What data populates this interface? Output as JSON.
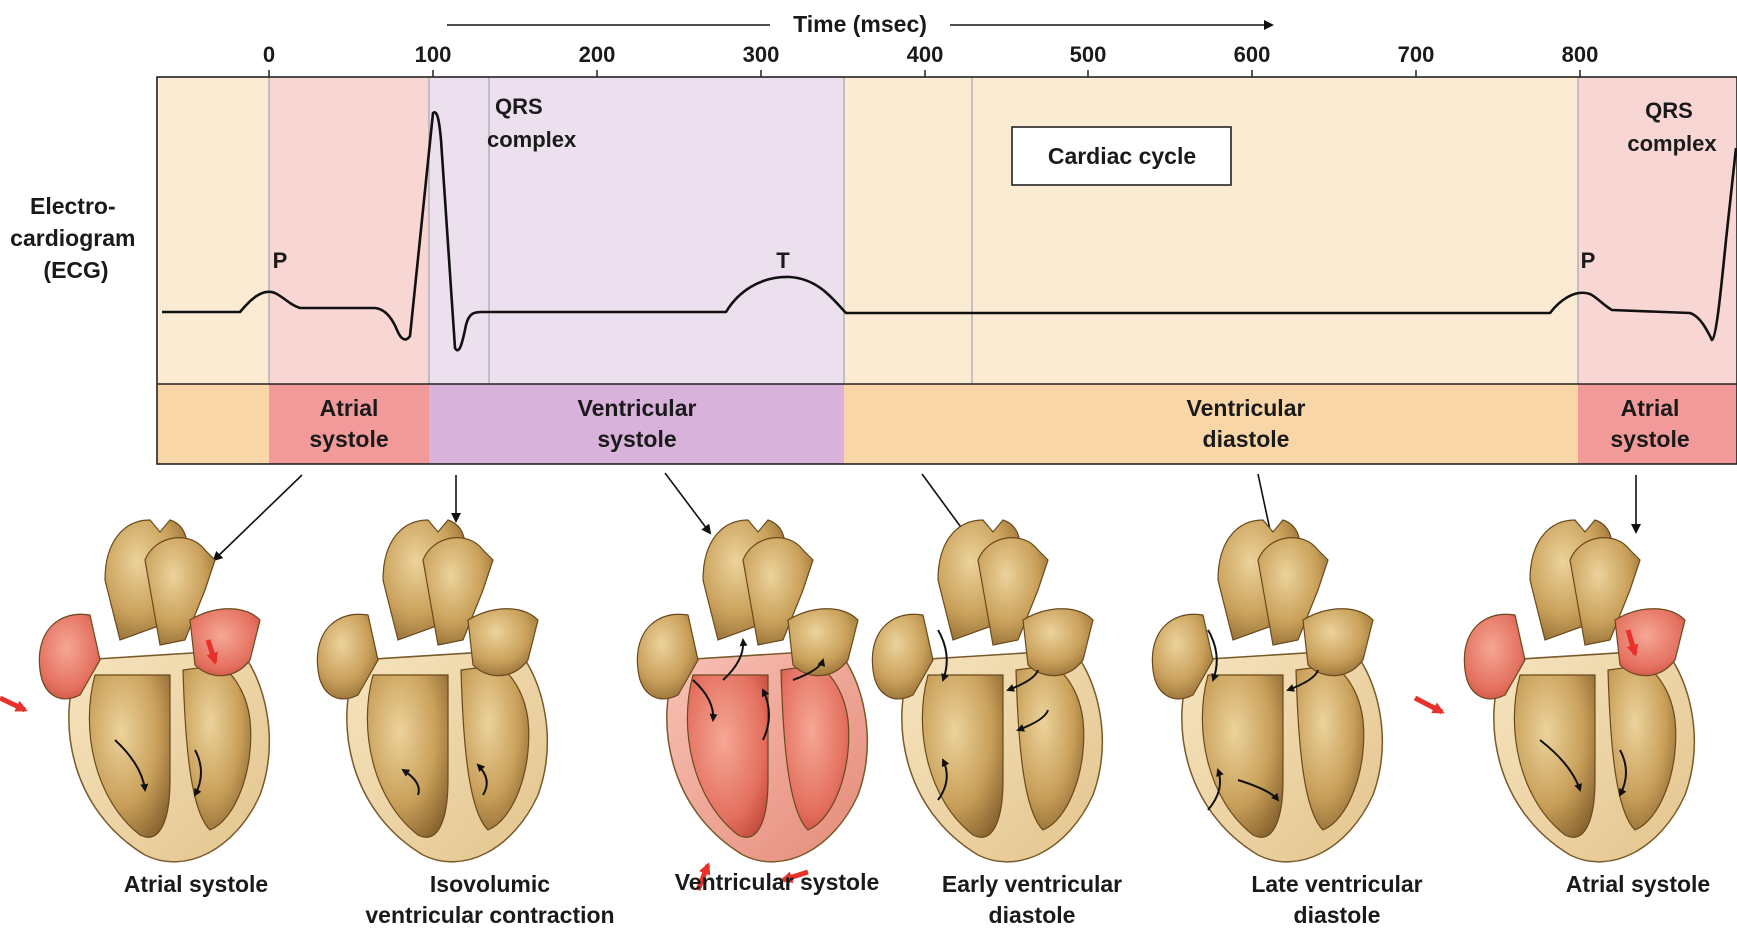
{
  "time_axis": {
    "label": "Time (msec)",
    "ticks": [
      "0",
      "100",
      "200",
      "300",
      "400",
      "500",
      "600",
      "700",
      "800"
    ]
  },
  "ecg": {
    "label_lines": [
      "Electro-",
      "cardiogram",
      "(ECG)"
    ],
    "wave_labels": {
      "p_first": "P",
      "t": "T",
      "p_second": "P",
      "qrs_first_lines": [
        "QRS",
        "complex"
      ],
      "qrs_second_lines": [
        "QRS",
        "complex"
      ]
    },
    "cycle_box": "Cardiac cycle"
  },
  "phases": [
    {
      "id": "atrial-systole-1",
      "lines": [
        "Atrial",
        "systole"
      ]
    },
    {
      "id": "ventricular-systole",
      "lines": [
        "Ventricular",
        "systole"
      ]
    },
    {
      "id": "ventricular-diastole",
      "lines": [
        "Ventricular",
        "diastole"
      ]
    },
    {
      "id": "atrial-systole-2",
      "lines": [
        "Atrial",
        "systole"
      ]
    }
  ],
  "hearts": [
    {
      "id": "atrial-systole",
      "caption_lines": [
        "Atrial systole"
      ]
    },
    {
      "id": "isovolumic-contraction",
      "caption_lines": [
        "Isovolumic",
        "ventricular contraction"
      ]
    },
    {
      "id": "ventricular-systole",
      "caption_lines": [
        "Ventricular systole"
      ]
    },
    {
      "id": "early-ventricular-diastole",
      "caption_lines": [
        "Early ventricular",
        "diastole"
      ]
    },
    {
      "id": "late-ventricular-diastole",
      "caption_lines": [
        "Late ventricular",
        "diastole"
      ]
    },
    {
      "id": "atrial-systole-repeat",
      "caption_lines": [
        "Atrial systole"
      ]
    }
  ],
  "colors": {
    "atrial_pink": "#f7d1cf",
    "atrial_bar": "#f29a9a",
    "ventricular_systole_light": "#ece0ee",
    "ventricular_systole_bar": "#d9b2dc",
    "diastole_light": "#fcebd3",
    "diastole_bar": "#f9d6a7",
    "heart_gold": "#c9a45c",
    "heart_red": "#e06a5a"
  }
}
